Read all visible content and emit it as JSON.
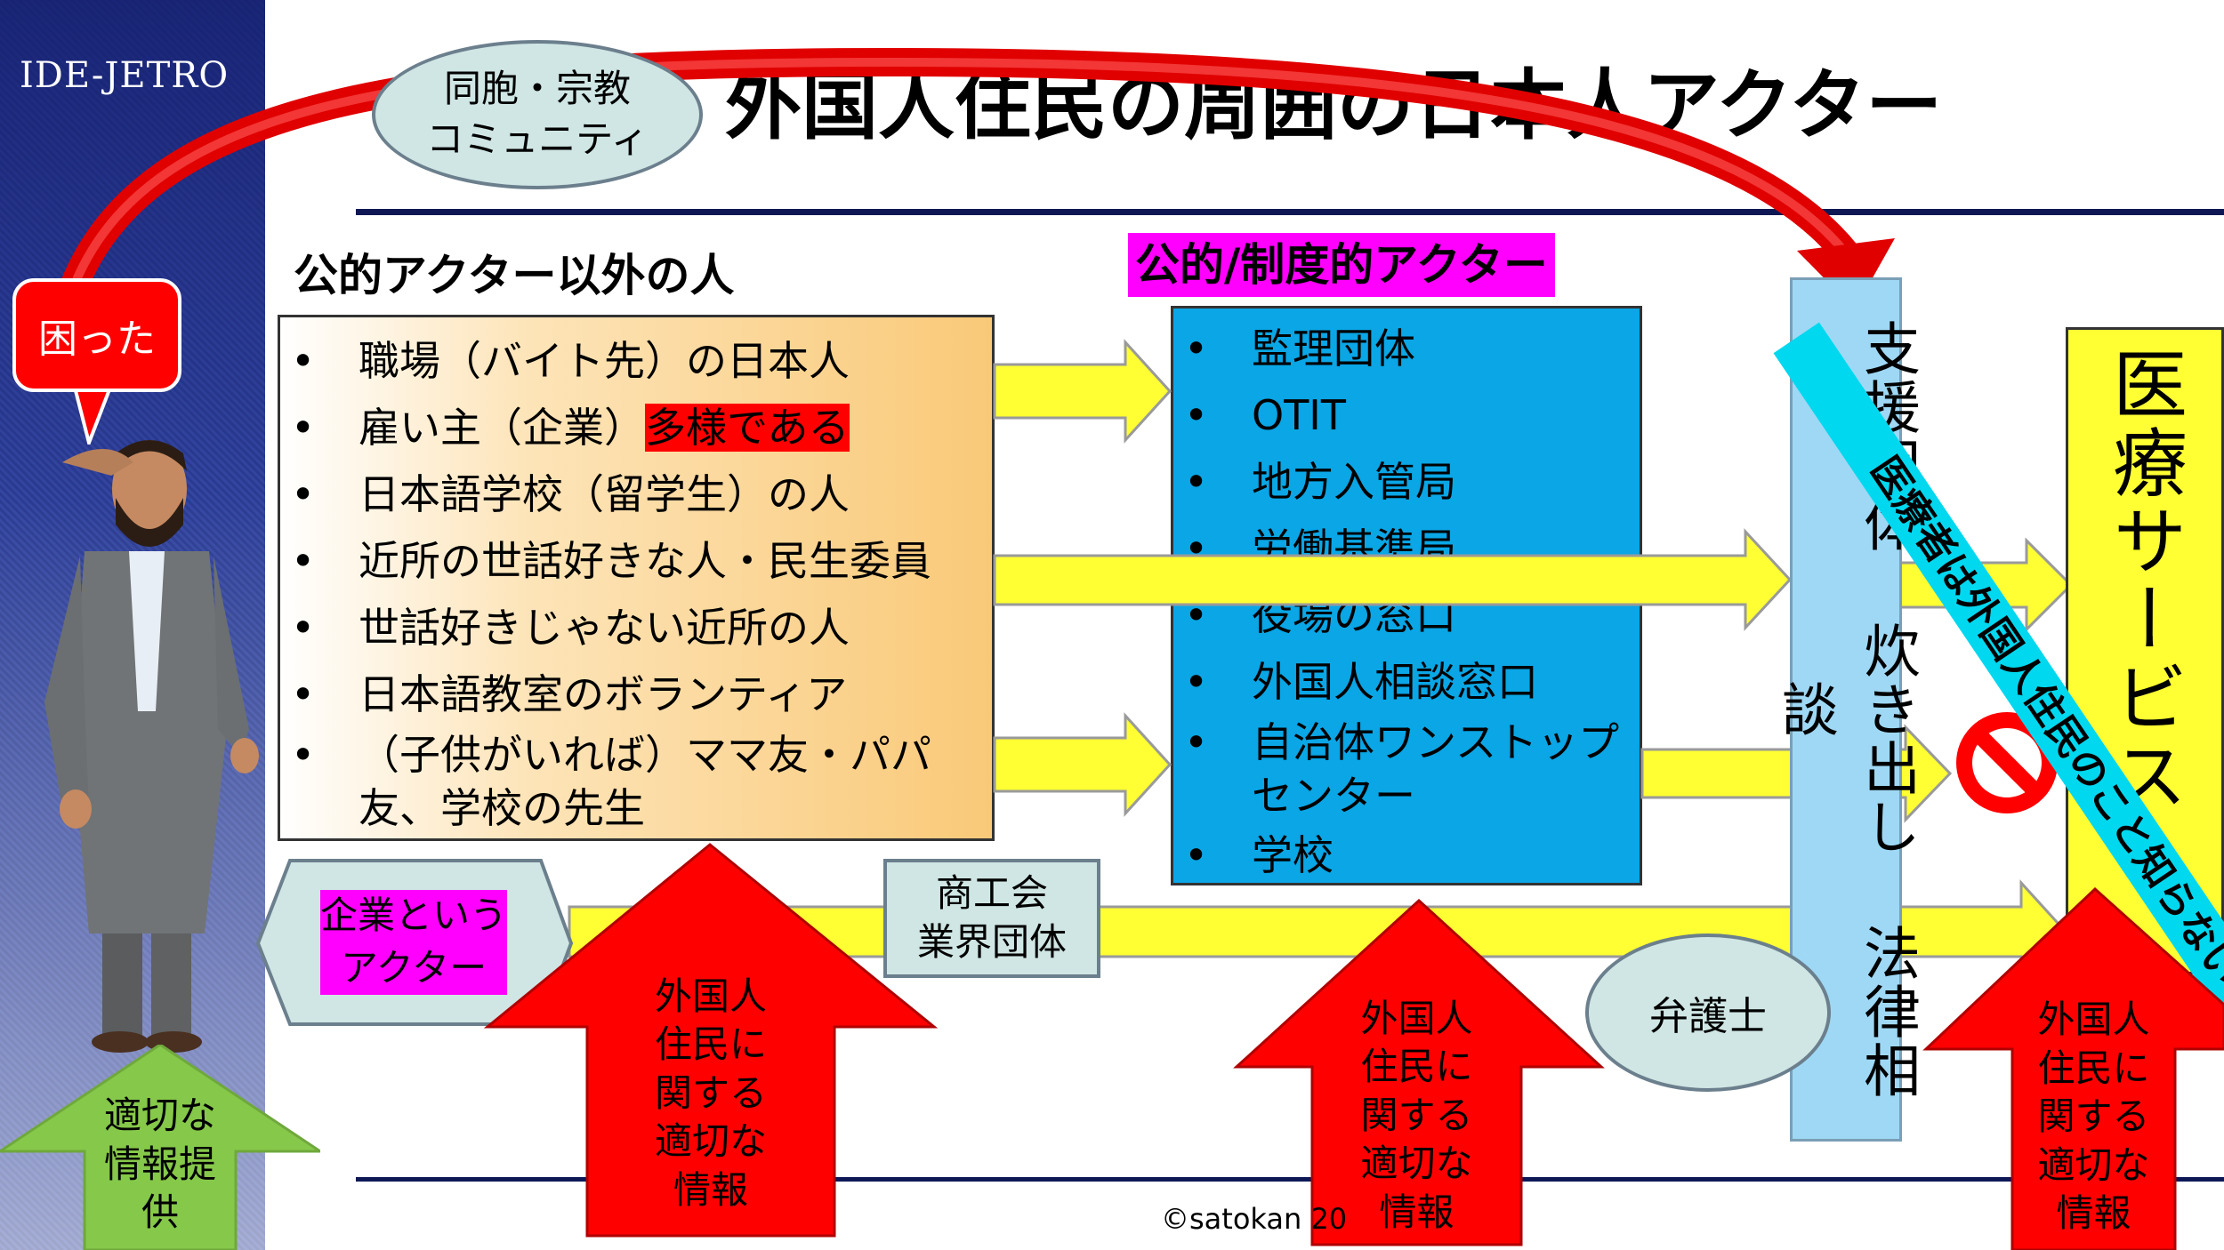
{
  "logo": "IDE-JETRO",
  "title": "外国人住民の周囲の日本人アクター",
  "bubble_trouble": "困った",
  "community": "同胞・宗教\nコミュニティ",
  "nonpublic": {
    "heading": "公的アクター以外の人",
    "items": [
      "職場（バイト先）の日本人",
      "雇い主（企業）",
      "日本語学校（留学生）の人",
      "近所の世話好きな人・民生委員",
      "世話好きじゃない近所の人",
      "日本語教室のボランティア",
      "（子供がいれば）ママ友・パパ友、学校の先生"
    ],
    "highlight": "多様である"
  },
  "public": {
    "heading": "公的/制度的アクター",
    "items": [
      "監理団体",
      "OTIT",
      "地方入管局",
      "労働基準局",
      "役場の窓口",
      "外国人相談窓口",
      "自治体ワンストップセンター",
      "学校"
    ]
  },
  "support": "支援団体 炊き出し 法律相談",
  "medical": "医療サービス",
  "medical_note": "医療者は外国人住民のこと知らない",
  "company_actor": "企業という\nアクター",
  "commerce": "商工会\n業界団体",
  "lawyer": "弁護士",
  "info_arrow": "外国人\n住民に\n関する\n適切な\n情報",
  "green_arrow": "適切な\n情報提\n供",
  "copyright": "©satokan 20",
  "colors": {
    "yellow": "#ffff33",
    "red": "#ff0000",
    "blue": "#0aa6e6",
    "magenta": "#ff00ff",
    "green": "#86c84a",
    "teal": "#cfe6e4",
    "orange": "#fcd79a"
  }
}
